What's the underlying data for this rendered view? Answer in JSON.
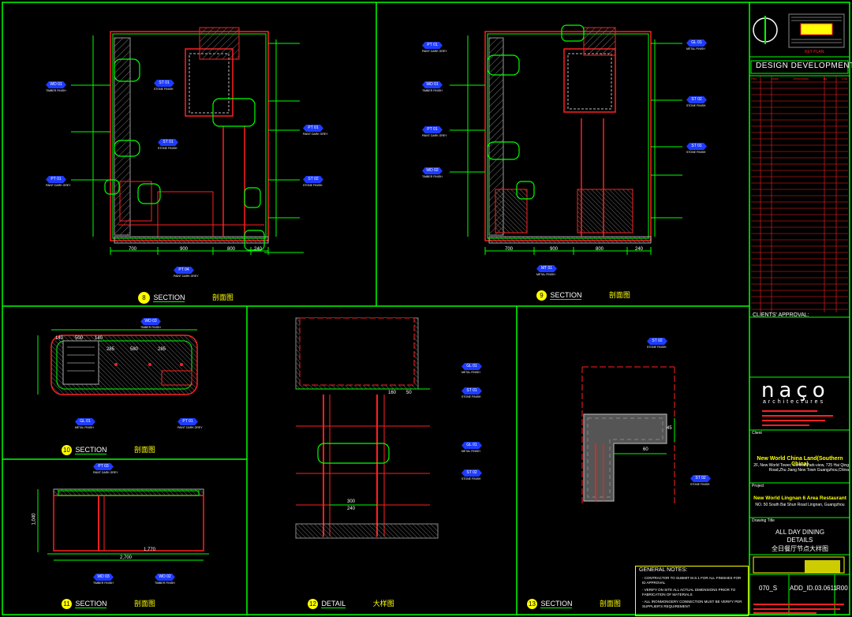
{
  "title_block": {
    "stamp_caption": "KEY PLAN",
    "stage": "DESIGN DEVELOPMENT",
    "revision_headers": [
      "Rev.",
      "Date",
      "Description",
      "By",
      "Chk."
    ],
    "clients_approval": "CLIENTS' APPROVAL:",
    "firm_logo": "naço",
    "firm_sub": "architectures",
    "client_label": "Client",
    "client_name": "New World China Land(Southern China)",
    "client_address": "2F, New World Tower, Central Park-view, 725 Hai Qing Road,Zhu Jiang New Town Guangzhou,China",
    "project_label": "Project",
    "project_name": "New World Lingnan 6 Area Restaurant",
    "project_address": "NO. 50 South Bai Shun Road Lingnan, Guangzhou",
    "drawing_title_label": "Drawing Title",
    "drawing_title_1": "ALL DAY DINING",
    "drawing_title_2": "DETAILS",
    "drawing_title_cn": "全日餐厅节点大样图",
    "job_no": "070_S",
    "drawing_no": "ADD_ID.03.0611",
    "revision": "R00"
  },
  "general_notes": {
    "heading": "GENERAL NOTES:",
    "items": [
      "- CONTRACTOR TO SUBMIT M.S.1 FOR ALL FINISHES FOR ID APPROVAL",
      "- VERIFY ON SITE ALL ACTUAL DIMENSIONS PRIOR TO FABRICATION OF MATERIALS",
      "- ALL IRONMONGERY CONNECTION MUST BE VERIFY PER SUPPLIER'S REQUIREMENT"
    ]
  },
  "views": [
    {
      "num": "8",
      "kind": "SECTION",
      "cn": "剖面图"
    },
    {
      "num": "9",
      "kind": "SECTION",
      "cn": "剖面图"
    },
    {
      "num": "10",
      "kind": "SECTION",
      "cn": "剖面图"
    },
    {
      "num": "11",
      "kind": "SECTION",
      "cn": "剖面图"
    },
    {
      "num": "12",
      "kind": "DETAIL",
      "cn": "大样图"
    },
    {
      "num": "13",
      "kind": "SECTION",
      "cn": "剖面图"
    }
  ],
  "dims": {
    "s8_bottom": [
      "700",
      "900",
      "800",
      "240"
    ],
    "s9_bottom": [
      "700",
      "900",
      "800",
      "240"
    ],
    "s10_top": [
      "140",
      "500",
      "140",
      "285",
      "580",
      "285"
    ],
    "s11_total": "2,700",
    "s11_mid": "1,770",
    "s11_h": "1,040",
    "d12": [
      "300",
      "240",
      "160",
      "50"
    ],
    "d13": [
      "60",
      "45"
    ]
  },
  "tags": {
    "s8": [
      "ST 01",
      "WD 01",
      "PT 01",
      "ST 01",
      "PT 01",
      "ST 02",
      "PT 04"
    ],
    "s9": [
      "PT 01",
      "WD 01",
      "PT 01",
      "WD 02",
      "GL 01",
      "ST 02",
      "ST 01",
      "MT 01"
    ],
    "s10": [
      "WD 03",
      "GL 01",
      "PT 01"
    ],
    "s11": [
      "PT 03",
      "WD 03",
      "WD 02"
    ],
    "d12": [
      "GL 01",
      "ST 01",
      "GL 01",
      "ST 02"
    ],
    "d13": [
      "ST 02",
      "ST 02"
    ]
  },
  "tag_notes": {
    "finish": "METAL FINISH",
    "stone": "STONE FINISH",
    "wood": "TIMBER FINISH",
    "paint": "PAINT DARK GREY"
  }
}
